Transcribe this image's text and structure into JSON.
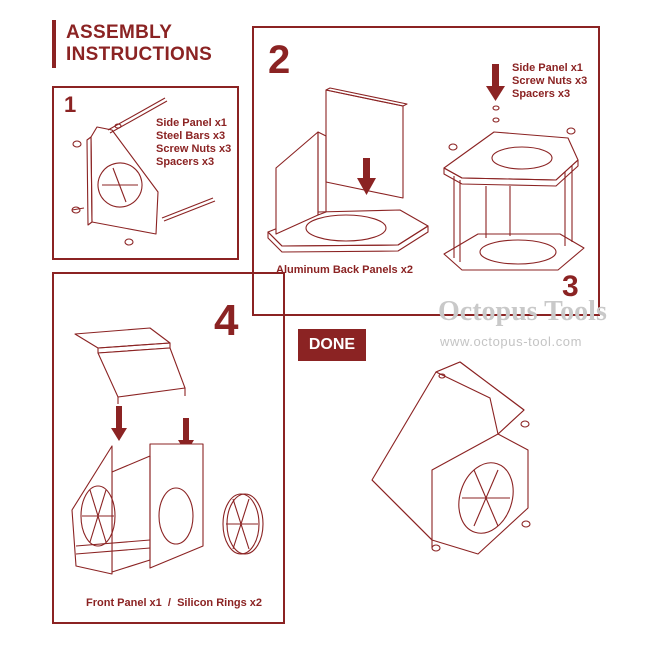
{
  "header": {
    "title_line1": "ASSEMBLY",
    "title_line2": "INSTRUCTIONS"
  },
  "steps": [
    {
      "number": "1",
      "parts": [
        "Side Panel x1",
        "Steel Bars x3",
        "Screw Nuts x3",
        "Spacers x3"
      ]
    },
    {
      "number": "2",
      "caption": "Aluminum Back Panels x2"
    },
    {
      "number": "3",
      "parts": [
        "Side Panel x1",
        "Screw Nuts x3",
        "Spacers x3"
      ]
    },
    {
      "number": "4",
      "caption": "Front Panel x1  /  Silicon Rings x2"
    }
  ],
  "done_label": "DONE",
  "watermark": {
    "brand": "Octopus Tools",
    "url": "www.octopus-tool.com"
  },
  "colors": {
    "accent": "#8b2323",
    "watermark": "#c4c4c4"
  }
}
